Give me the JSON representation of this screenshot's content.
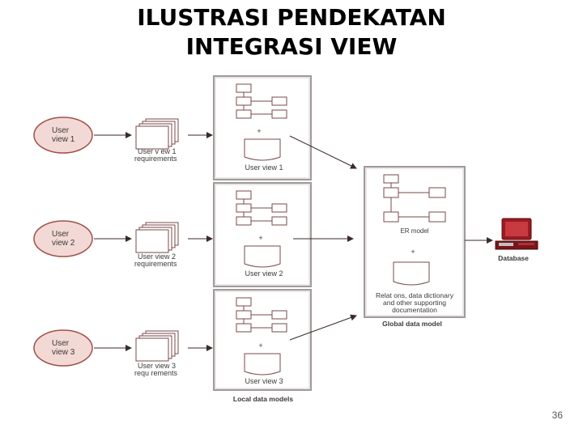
{
  "title": {
    "line1": "ILUSTRASI PENDEKATAN",
    "line2": "INTEGRASI VIEW"
  },
  "user_views": [
    {
      "oval_line1": "User",
      "oval_line2": "view 1",
      "doc_line1": "User v ew 1",
      "doc_line2": "requirements",
      "panel_label": "User view 1"
    },
    {
      "oval_line1": "User",
      "oval_line2": "view 2",
      "doc_line1": "User view 2",
      "doc_line2": "requirements",
      "panel_label": "User view 2"
    },
    {
      "oval_line1": "User",
      "oval_line2": "view 3",
      "doc_line1": "User view 3",
      "doc_line2": "requ rements",
      "panel_label": "User view 3"
    }
  ],
  "local_models_label": "Local data models",
  "global_model": {
    "er_label": "ER model",
    "plus": "+",
    "doc_line1": "Relat ons, data dictionary",
    "doc_line2": "and other supporting",
    "doc_line3": "documentation",
    "caption": "Global data model"
  },
  "database_label": "Database",
  "page_number": "36",
  "colors": {
    "oval_fill": "#f3d9d5",
    "oval_stroke": "#a0524a",
    "line": "#6b3a37",
    "panel_border": "#a09a9a",
    "computer": "#9c1a22"
  }
}
